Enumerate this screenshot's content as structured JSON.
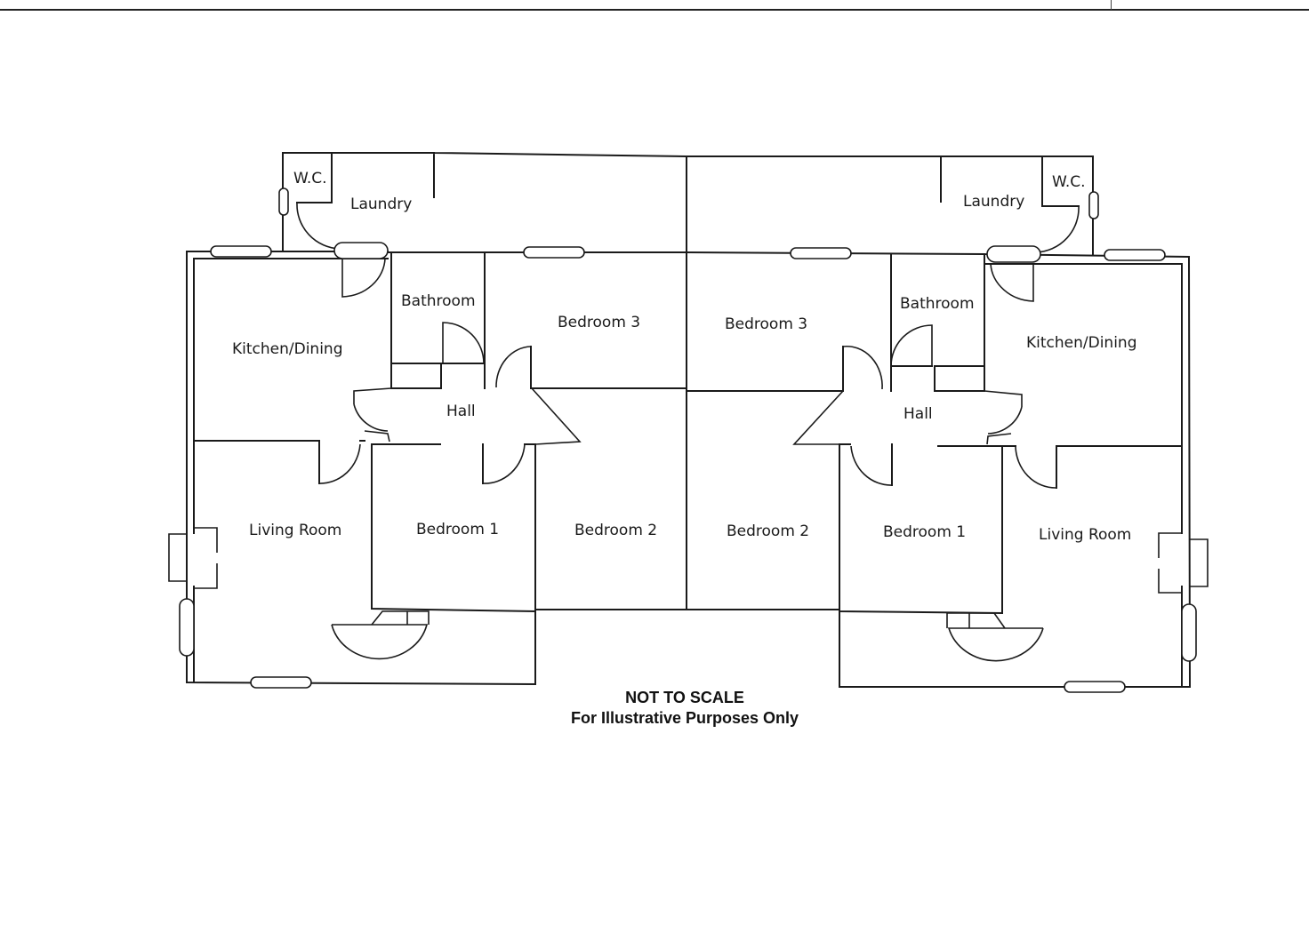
{
  "title": "Floor Plan - Semi-detached Pair",
  "colors": {
    "line": "#1a1a1a",
    "background": "#ffffff"
  },
  "units": [
    {
      "side": "left",
      "rooms": {
        "wc": "W.C.",
        "laundry": "Laundry",
        "bathroom": "Bathroom",
        "kitchen": "Kitchen/Dining",
        "bedroom3": "Bedroom 3",
        "hall": "Hall",
        "living": "Living Room",
        "bedroom1": "Bedroom 1",
        "bedroom2": "Bedroom 2"
      }
    },
    {
      "side": "right",
      "rooms": {
        "wc": "W.C.",
        "laundry": "Laundry",
        "bathroom": "Bathroom",
        "kitchen": "Kitchen/Dining",
        "bedroom3": "Bedroom 3",
        "hall": "Hall",
        "living": "Living Room",
        "bedroom1": "Bedroom 1",
        "bedroom2": "Bedroom 2"
      }
    }
  ],
  "notes": {
    "scale": "NOT TO SCALE",
    "disclaimer": "For Illustrative Purposes Only"
  }
}
